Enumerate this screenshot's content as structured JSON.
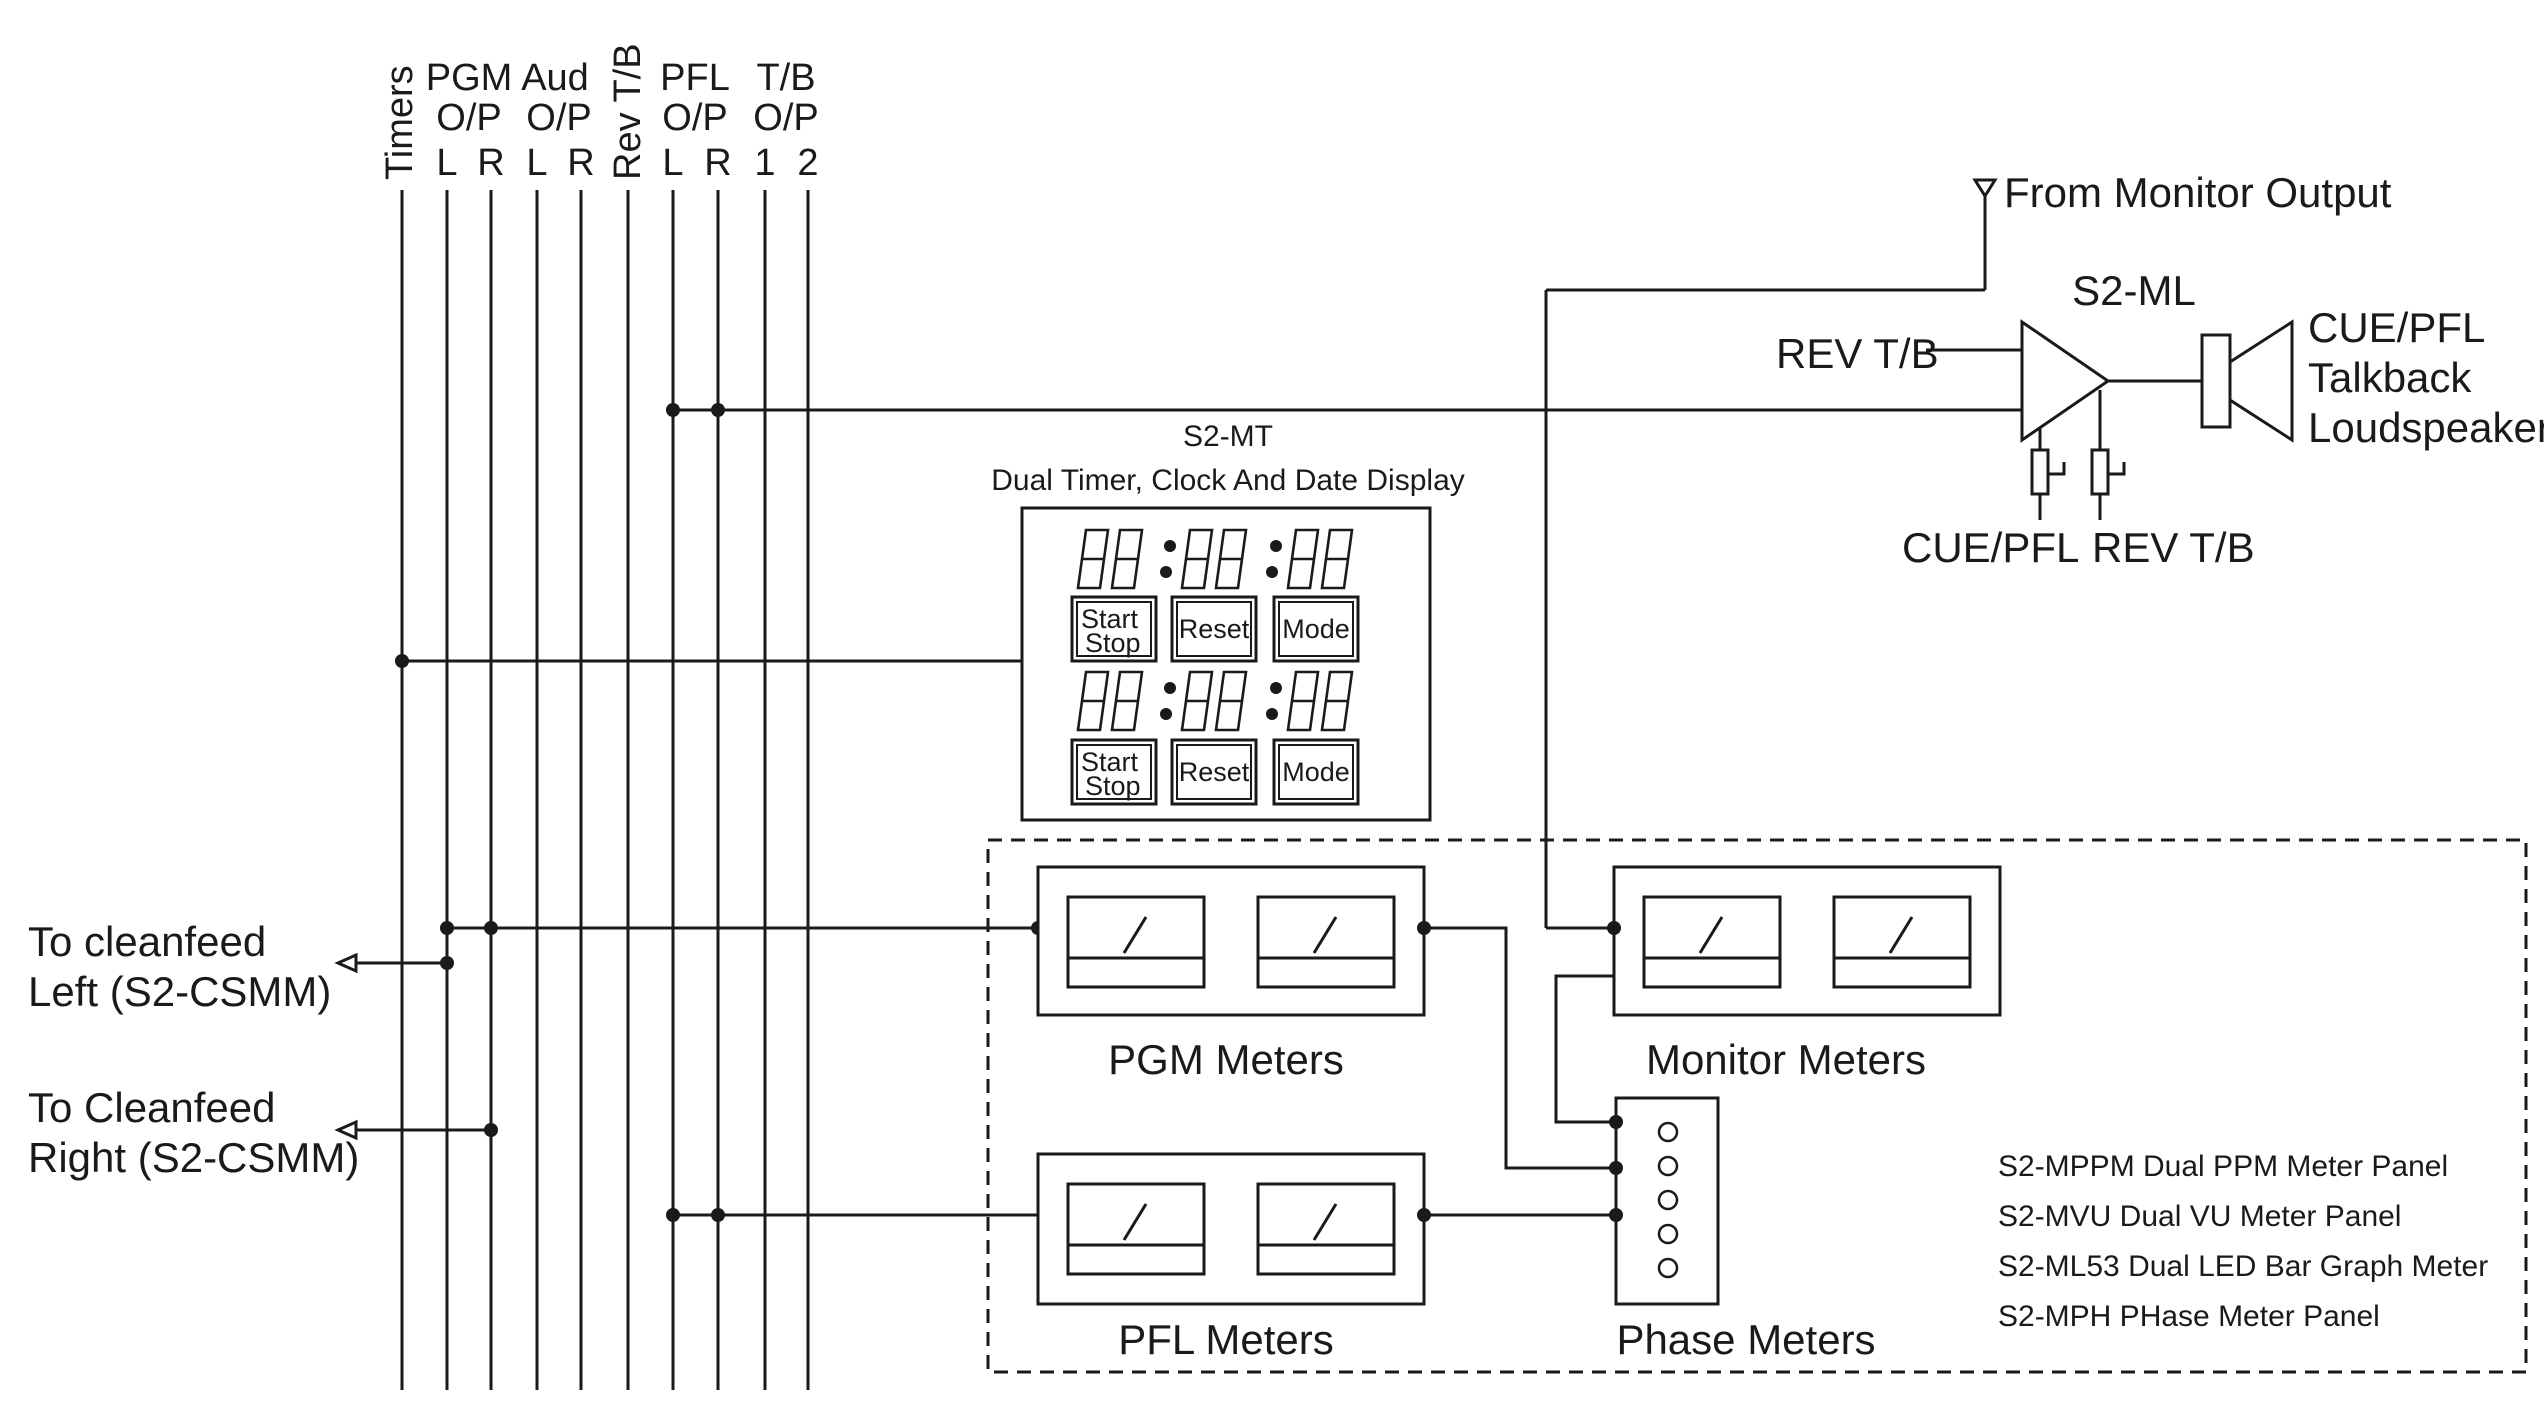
{
  "bus_headers": {
    "timers": "Timers",
    "pgm_top": "PGM",
    "pgm_sub": "O/P",
    "aud_top": "Aud",
    "aud_sub": "O/P",
    "rev_tb": "Rev T/B",
    "pfl_top": "PFL",
    "pfl_sub": "O/P",
    "tb_top": "T/B",
    "tb_sub": "O/P",
    "left": "L",
    "right": "R",
    "one": "1",
    "two": "2"
  },
  "cleanfeed": {
    "left_line1": "To cleanfeed",
    "left_line2": "Left (S2-CSMM)",
    "right_line1": "To Cleanfeed",
    "right_line2": "Right (S2-CSMM)"
  },
  "timer_panel": {
    "title": "S2-MT",
    "subtitle": "Dual Timer, Clock And Date Display",
    "start_label_1": "Start",
    "start_label_2": "Stop",
    "reset_label": "Reset",
    "mode_label": "Mode"
  },
  "loudspeaker": {
    "source": "From Monitor Output",
    "amp_name": "S2-ML",
    "rev_tb_input": "REV T/B",
    "speaker_line1": "CUE/PFL",
    "speaker_line2": "Talkback",
    "speaker_line3": "Loudspeaker",
    "pot_cue": "CUE/PFL",
    "pot_rev": "REV T/B"
  },
  "meters": {
    "pgm": "PGM Meters",
    "monitor": "Monitor Meters",
    "pfl": "PFL Meters",
    "phase": "Phase Meters"
  },
  "legend": [
    "S2-MPPM Dual PPM Meter Panel",
    "S2-MVU Dual VU Meter Panel",
    "S2-ML53 Dual LED Bar Graph Meter",
    "S2-MPH PHase Meter Panel"
  ]
}
